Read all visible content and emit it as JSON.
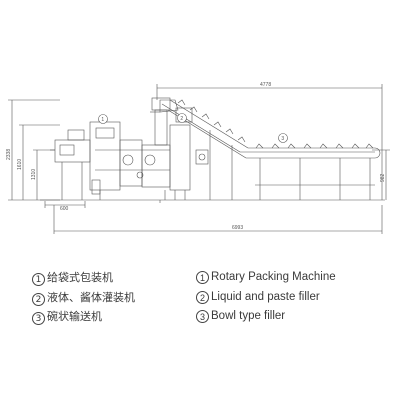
{
  "dimensions": {
    "top_length": "4778",
    "overall_length": "6993",
    "total_height": "2338",
    "height_mid": "1610",
    "height_low": "1310",
    "right_height": "982",
    "small_left": "600"
  },
  "callouts": [
    "1",
    "2",
    "3"
  ],
  "legend": {
    "zh": [
      {
        "num": "1",
        "text": "给袋式包装机"
      },
      {
        "num": "2",
        "text": "液体、酱体灌装机"
      },
      {
        "num": "3",
        "text": "碗状输送机"
      }
    ],
    "en": [
      {
        "num": "1",
        "text": "Rotary Packing Machine"
      },
      {
        "num": "2",
        "text": "Liquid and paste filler"
      },
      {
        "num": "3",
        "text": "Bowl type filler"
      }
    ]
  },
  "colors": {
    "line": "#555555",
    "text": "#333333"
  }
}
